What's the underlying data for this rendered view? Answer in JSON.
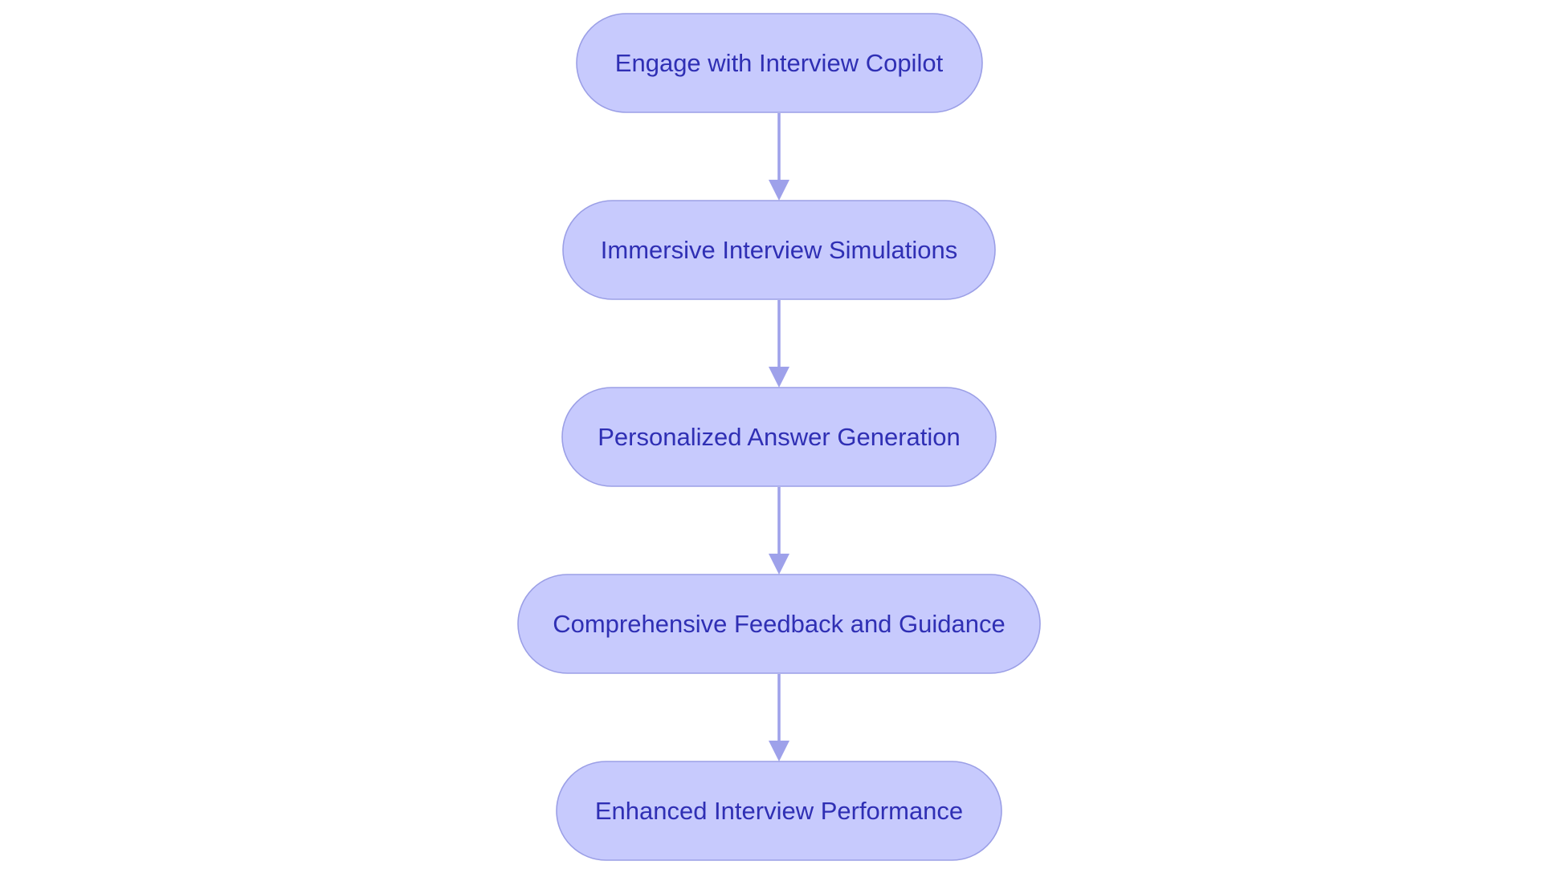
{
  "colors": {
    "node_fill": "#c7cafd",
    "node_border": "#9b9fe6",
    "node_text": "#2f2fb4",
    "edge": "#9ea1ea",
    "background": "#ffffff"
  },
  "nodes": [
    {
      "id": "engage",
      "label": "Engage with Interview Copilot"
    },
    {
      "id": "simulations",
      "label": "Immersive Interview Simulations"
    },
    {
      "id": "answers",
      "label": "Personalized Answer Generation"
    },
    {
      "id": "feedback",
      "label": "Comprehensive Feedback and Guidance"
    },
    {
      "id": "performance",
      "label": "Enhanced Interview Performance"
    }
  ],
  "edges": [
    {
      "from": "engage",
      "to": "simulations"
    },
    {
      "from": "simulations",
      "to": "answers"
    },
    {
      "from": "answers",
      "to": "feedback"
    },
    {
      "from": "feedback",
      "to": "performance"
    }
  ]
}
